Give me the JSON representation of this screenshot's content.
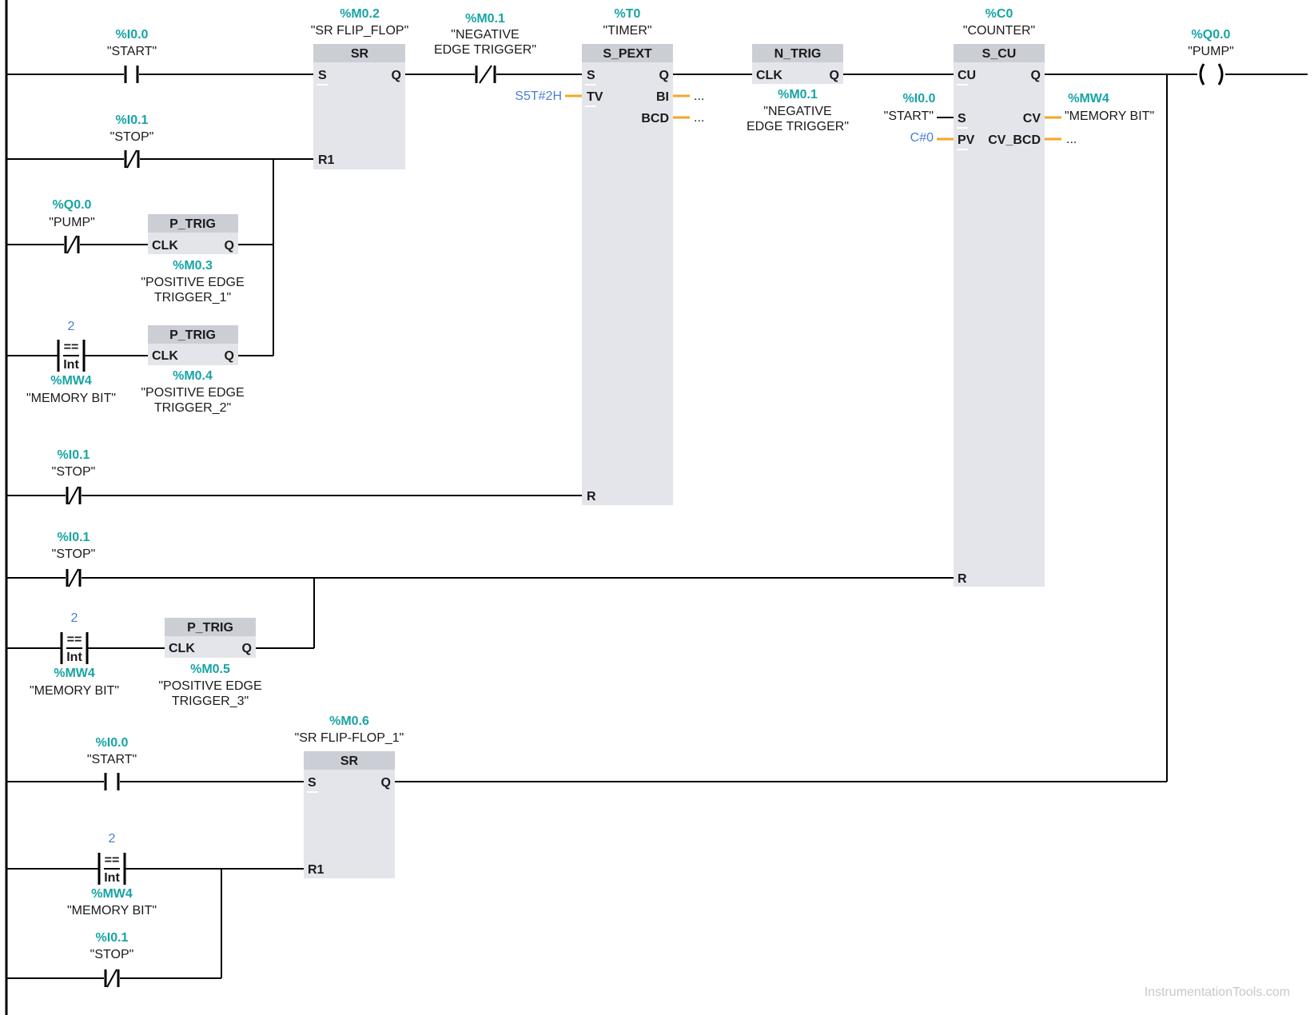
{
  "rungs": {
    "start1": {
      "address": "%I0.0",
      "symbol": "\"START\""
    },
    "stop1": {
      "address": "%I0.1",
      "symbol": "\"STOP\""
    },
    "pump_contact": {
      "address": "%Q0.0",
      "symbol": "\"PUMP\""
    },
    "cmp1": {
      "value": "2",
      "op": "==",
      "type": "Int",
      "address": "%MW4",
      "symbol": "\"MEMORY BIT\""
    },
    "stop2": {
      "address": "%I0.1",
      "symbol": "\"STOP\""
    },
    "stop3": {
      "address": "%I0.1",
      "symbol": "\"STOP\""
    },
    "cmp2": {
      "value": "2",
      "op": "==",
      "type": "Int",
      "address": "%MW4",
      "symbol": "\"MEMORY BIT\""
    },
    "start2": {
      "address": "%I0.0",
      "symbol": "\"START\""
    },
    "cmp3": {
      "value": "2",
      "op": "==",
      "type": "Int",
      "address": "%MW4",
      "symbol": "\"MEMORY BIT\""
    },
    "stop4": {
      "address": "%I0.1",
      "symbol": "\"STOP\""
    }
  },
  "blocks": {
    "sr1": {
      "address": "%M0.2",
      "symbol": "\"SR FLIP_FLOP\"",
      "title": "SR",
      "pin_s": "S",
      "pin_q": "Q",
      "pin_r1": "R1"
    },
    "neg_contact": {
      "address": "%M0.1",
      "symbol_l1": "\"NEGATIVE",
      "symbol_l2": "EDGE TRIGGER\""
    },
    "timer": {
      "address": "%T0",
      "symbol": "\"TIMER\"",
      "title": "S_PEXT",
      "pin_s": "S",
      "pin_q": "Q",
      "pin_tv": "TV",
      "pin_bi": "BI",
      "pin_bcd": "BCD",
      "pin_r": "R",
      "tv_value": "S5T#2H",
      "bi_out": "...",
      "bcd_out": "..."
    },
    "ntrig": {
      "title": "N_TRIG",
      "pin_clk": "CLK",
      "pin_q": "Q",
      "address": "%M0.1",
      "symbol_l1": "\"NEGATIVE",
      "symbol_l2": "EDGE TRIGGER\""
    },
    "counter": {
      "address": "%C0",
      "symbol": "\"COUNTER\"",
      "title": "S_CU",
      "pin_cu": "CU",
      "pin_q": "Q",
      "pin_s": "S",
      "pin_cv": "CV",
      "pin_pv": "PV",
      "pin_cvbcd": "CV_BCD",
      "pin_r": "R",
      "s_address": "%I0.0",
      "s_symbol": "\"START\"",
      "pv_value": "C#0",
      "cv_address": "%MW4",
      "cv_symbol": "\"MEMORY BIT\"",
      "cvbcd_out": "..."
    },
    "coil": {
      "address": "%Q0.0",
      "symbol": "\"PUMP\""
    },
    "ptrig1": {
      "title": "P_TRIG",
      "pin_clk": "CLK",
      "pin_q": "Q",
      "address": "%M0.3",
      "symbol_l1": "\"POSITIVE EDGE",
      "symbol_l2": "TRIGGER_1\""
    },
    "ptrig2": {
      "title": "P_TRIG",
      "pin_clk": "CLK",
      "pin_q": "Q",
      "address": "%M0.4",
      "symbol_l1": "\"POSITIVE EDGE",
      "symbol_l2": "TRIGGER_2\""
    },
    "ptrig3": {
      "title": "P_TRIG",
      "pin_clk": "CLK",
      "pin_q": "Q",
      "address": "%M0.5",
      "symbol_l1": "\"POSITIVE EDGE",
      "symbol_l2": "TRIGGER_3\""
    },
    "sr2": {
      "address": "%M0.6",
      "symbol": "\"SR FLIP-FLOP_1\"",
      "title": "SR",
      "pin_s": "S",
      "pin_q": "Q",
      "pin_r1": "R1"
    }
  },
  "watermark": "InstrumentationTools.com",
  "colors": {
    "address": "#18a4a4",
    "constant": "#4a7fd4",
    "wire": "#000000",
    "output_pin": "#f5a623",
    "block": "#e4e5ea"
  }
}
